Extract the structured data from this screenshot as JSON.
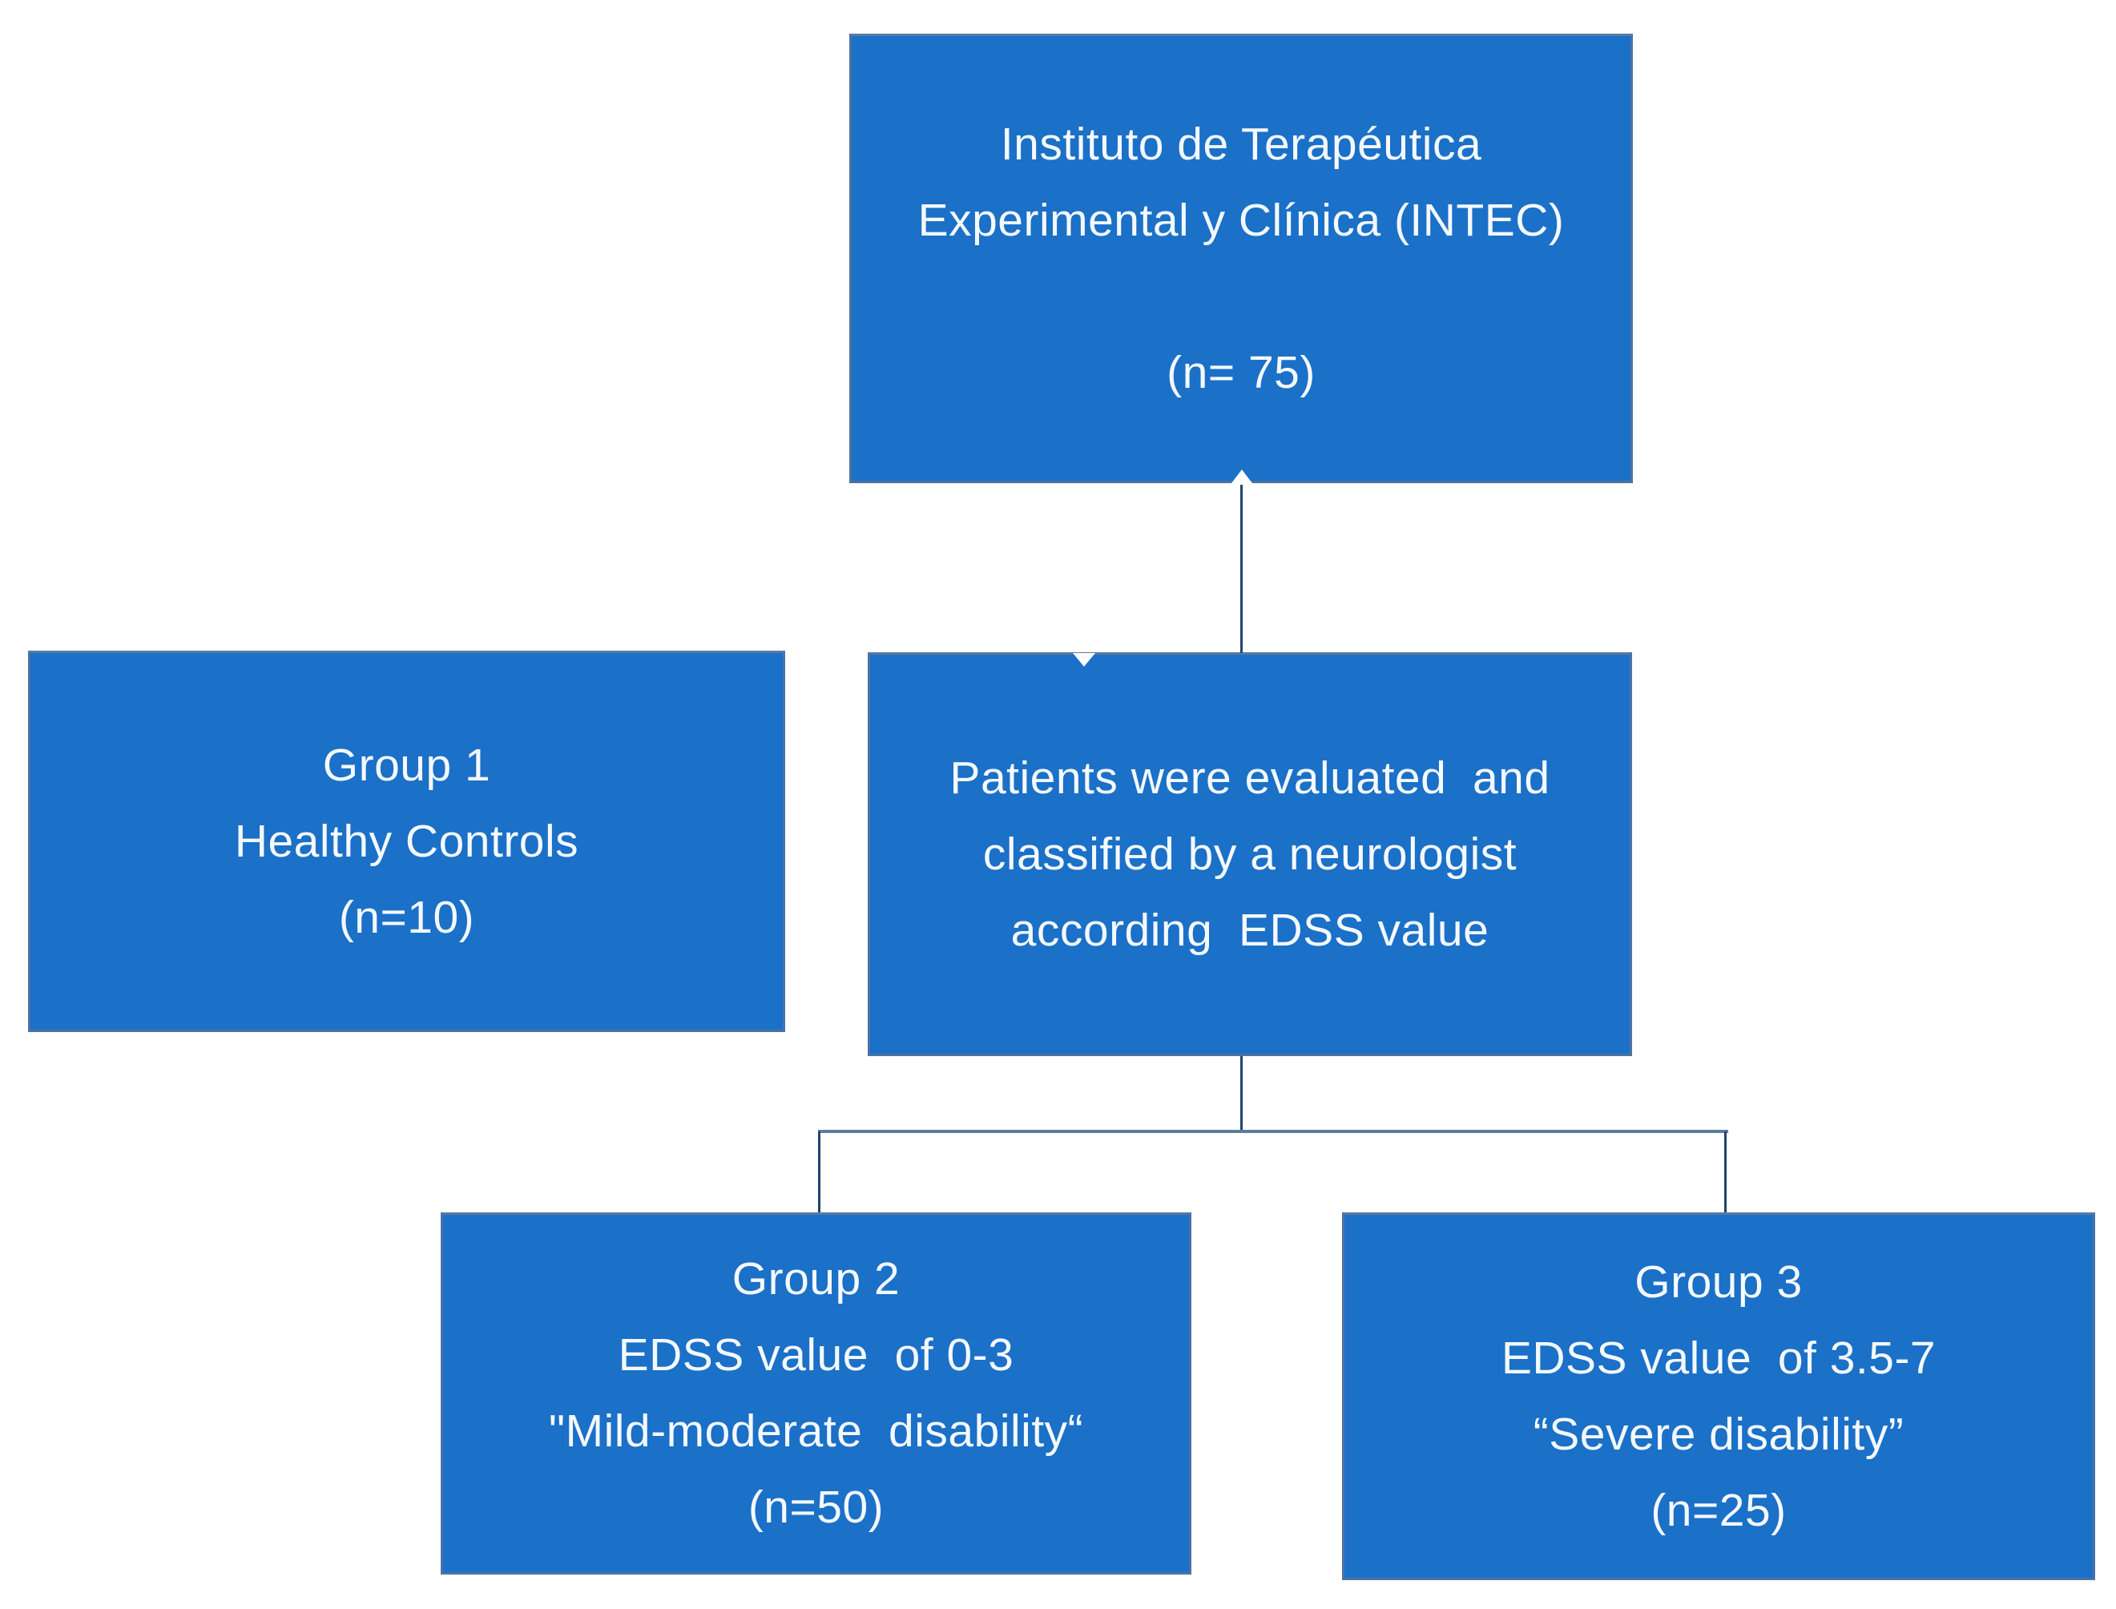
{
  "figure": {
    "type": "flowchart",
    "background": "#ffffff",
    "colors": {
      "node_fill": "#1b70c8",
      "node_border": "#4c72a4",
      "node_text": "#f4f9fd",
      "connector_vertical": "#1f4471",
      "connector_horizontal": "#5d7b9c",
      "arrowhead": "#ffffff"
    },
    "nodes": {
      "intec": {
        "lines": [
          "Instituto de Terapéutica",
          "Experimental y Clínica (INTEC)",
          "",
          "(n= 75)"
        ],
        "n": 75
      },
      "group1": {
        "lines": [
          "Group 1",
          "Healthy Controls",
          "(n=10)"
        ],
        "n": 10
      },
      "evaluation": {
        "lines": [
          "Patients were evaluated  and",
          "classified by a neurologist",
          "according  EDSS value"
        ]
      },
      "group2": {
        "lines": [
          "Group 2",
          "EDSS value  of 0-3",
          "\"Mild-moderate  disability“",
          "(n=50)"
        ],
        "n": 50
      },
      "group3": {
        "lines": [
          "Group 3",
          "EDSS value  of 3.5-7",
          "“Severe disability”",
          "(n=25)"
        ],
        "n": 25
      }
    },
    "edges": [
      {
        "from": "intec",
        "to": "evaluation"
      },
      {
        "from": "evaluation",
        "to": "group2"
      },
      {
        "from": "evaluation",
        "to": "group3"
      }
    ]
  }
}
